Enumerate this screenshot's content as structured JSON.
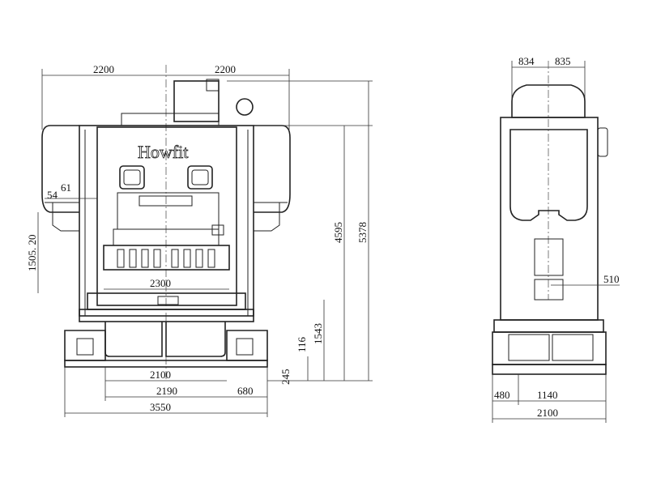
{
  "front_view": {
    "brand": "Howfit",
    "dimensions": {
      "top_left_width": "2200",
      "top_right_width": "2200",
      "offset_61": "61",
      "offset_54": "54",
      "side_height": "1505. 20",
      "bolster_width": "2300",
      "height_4595": "4595",
      "height_5378": "5378",
      "height_1543": "1543",
      "dim_116": "116",
      "dim_245": "245",
      "base_2100": "2100",
      "base_2190": "2190",
      "base_680": "680",
      "overall_width": "3550"
    }
  },
  "side_view": {
    "dimensions": {
      "top_left": "834",
      "top_right": "835",
      "depth_510": "510",
      "base_480": "480",
      "base_1140": "1140",
      "overall_depth": "2100"
    }
  }
}
